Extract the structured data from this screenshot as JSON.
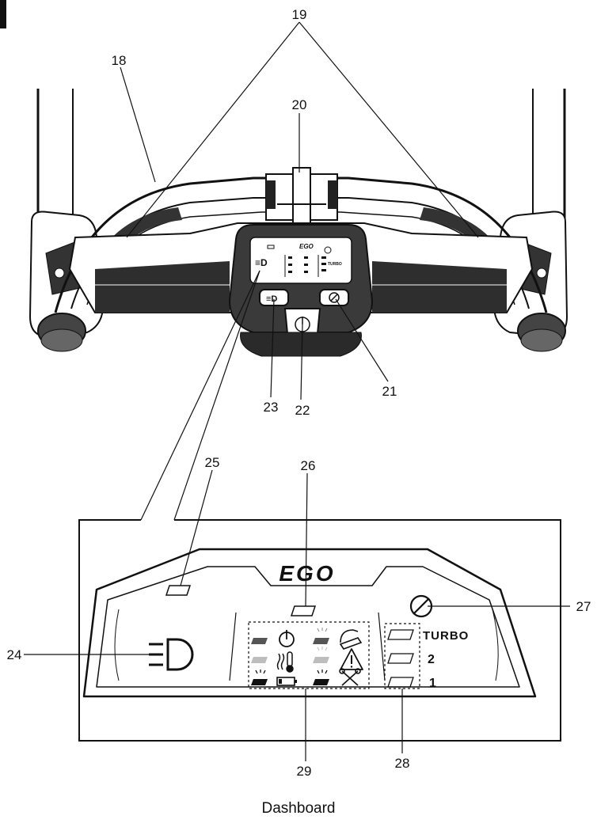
{
  "callouts": {
    "c18": "18",
    "c19": "19",
    "c20": "20",
    "c21": "21",
    "c22": "22",
    "c23": "23",
    "c24": "24",
    "c25": "25",
    "c26": "26",
    "c27": "27",
    "c28": "28",
    "c29": "29"
  },
  "panel": {
    "brand": "EGO",
    "speed_labels": [
      "TURBO",
      "2",
      "1"
    ]
  },
  "caption": "Dashboard",
  "icons": [
    "headlight-icon",
    "power-icon",
    "overheat-thermometer-icon",
    "battery-icon",
    "blade-lift-icon",
    "warning-triangle-icon",
    "tools-icon",
    "blade-icon"
  ],
  "colors": {
    "line": "#111111",
    "mower_fill": "#3a3a3a",
    "led_dark": "#555555",
    "led_light": "#bdbdbd"
  }
}
